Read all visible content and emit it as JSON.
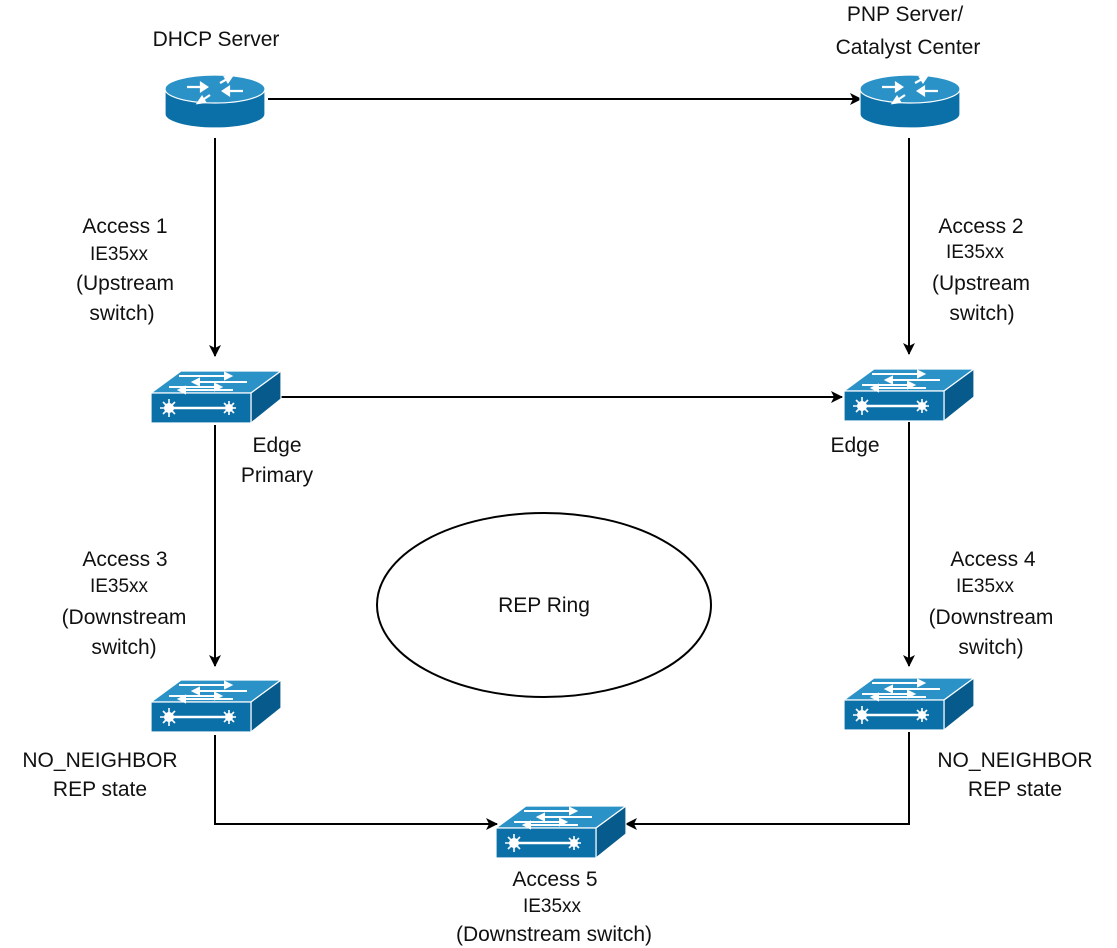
{
  "colors": {
    "device_top": "#2b92c8",
    "device_front": "#0b6fa8",
    "device_side": "#075a8c",
    "line": "#000000",
    "glyph": "#ffffff"
  },
  "icons": {
    "dhcp": "router-icon",
    "pnp": "router-icon",
    "switches": "switch-icon"
  },
  "labels": {
    "dhcp": "DHCP Server",
    "pnp_1": "PNP Server/",
    "pnp_2": "Catalyst Center",
    "access1_name": "Access 1",
    "access1_model": "IE35xx",
    "access1_role_1": "(Upstream",
    "access1_role_2": "switch)",
    "access2_name": "Access 2",
    "access2_model": "IE35xx",
    "access2_role_1": "(Upstream",
    "access2_role_2": "switch)",
    "edge_primary_1": "Edge",
    "edge_primary_2": "Primary",
    "edge": "Edge",
    "access3_name": "Access 3",
    "access3_model": "IE35xx",
    "access3_role_1": "(Downstream",
    "access3_role_2": "switch)",
    "access4_name": "Access 4",
    "access4_model": "IE35xx",
    "access4_role_1": "(Downstream",
    "access4_role_2": "switch)",
    "ring": "REP Ring",
    "no_neighbor_left_1": "NO_NEIGHBOR",
    "no_neighbor_left_2": "REP state",
    "no_neighbor_right_1": "NO_NEIGHBOR",
    "no_neighbor_right_2": "REP state",
    "access5_name": "Access 5",
    "access5_model": "IE35xx",
    "access5_role": "(Downstream switch)"
  }
}
